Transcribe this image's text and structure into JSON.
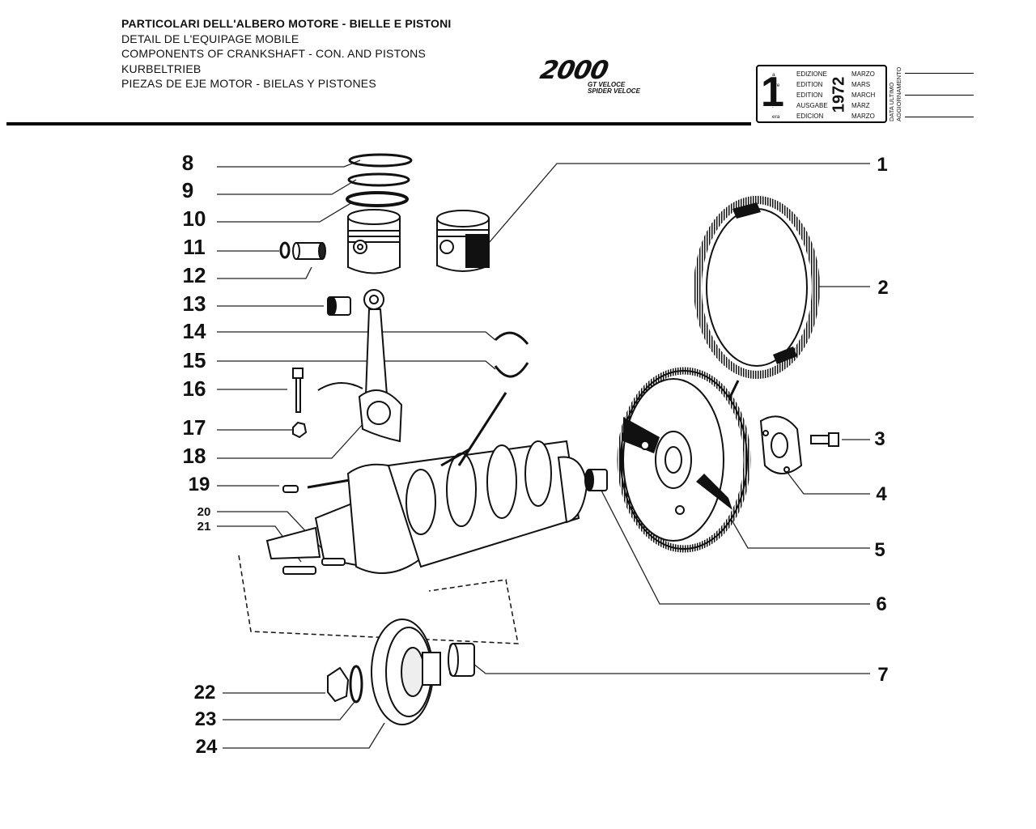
{
  "header": {
    "titles": [
      "PARTICOLARI DELL'ALBERO MOTORE - BIELLE E PISTONI",
      "DETAIL DE L'EQUIPAGE MOBILE",
      "COMPONENTS OF CRANKSHAFT - CON. AND PISTONS",
      "KURBELTRIEB",
      "PIEZAS DE EJE MOTOR - BIELAS Y PISTONES"
    ],
    "model_logo": "2000",
    "model_variants": [
      "GT VELOCE",
      "SPIDER VELOCE"
    ]
  },
  "edition_box": {
    "number": "1",
    "suffixes": [
      "a",
      "ere",
      "st",
      ".",
      "era"
    ],
    "edition_words": [
      "EDIZIONE",
      "EDITION",
      "EDITION",
      "AUSGABE",
      "EDICION"
    ],
    "year": "1972",
    "months": [
      "MARZO",
      "MARS",
      "MARCH",
      "MÄRZ",
      "MARZO"
    ],
    "update_label_1": "DATA ULTIMO",
    "update_label_2": "AGGIORNAMENTO"
  },
  "callouts_left": [
    "8",
    "9",
    "10",
    "11",
    "12",
    "13",
    "14",
    "15",
    "16",
    "17",
    "18",
    "19",
    "20",
    "21",
    "22",
    "23",
    "24"
  ],
  "callouts_right": [
    "1",
    "2",
    "3",
    "4",
    "5",
    "6",
    "7"
  ]
}
